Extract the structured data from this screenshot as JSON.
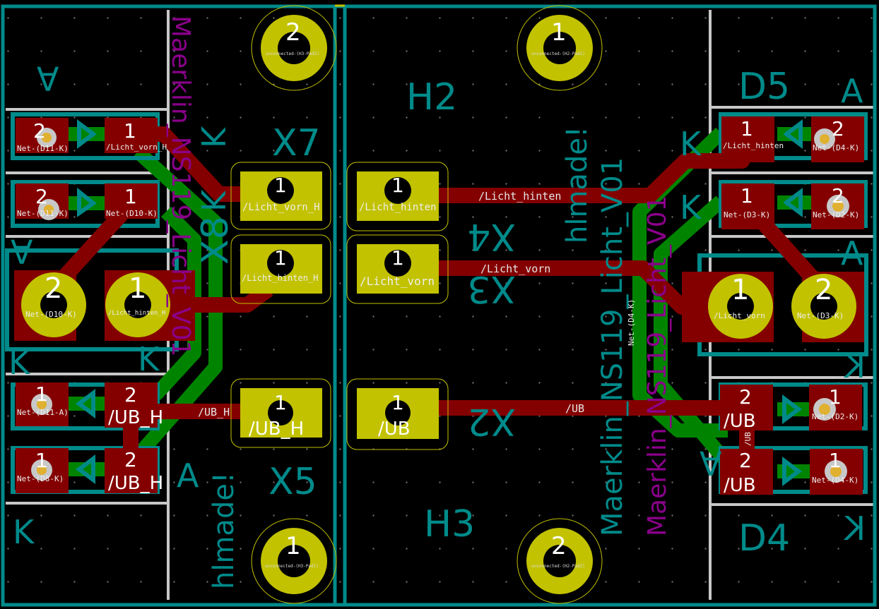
{
  "colors": {
    "background": "#000000",
    "edge": "#008a8a",
    "copper_front": "#840000",
    "copper_back": "#008400",
    "pad_tht": "#c2c200",
    "courtyard": "#c8c8c8",
    "fab": "#8a008a"
  },
  "references": {
    "x7": "X7",
    "x8": "X8",
    "x5": "X5",
    "x4": "X4",
    "x3": "X3",
    "x2": "X2",
    "h2": "H2",
    "h3": "H3",
    "d5": "D5",
    "d4": "D4"
  },
  "polarity": {
    "a": "A",
    "k": "K"
  },
  "silkscreen": {
    "left_made": "hlmade!",
    "right_made": "hlmade!",
    "project": "Maerklin_NS119_Licht_V01",
    "back_project": "Maerklin_NS119_Licht_V01"
  },
  "mounting_holes": [
    {
      "pad": "2",
      "net": "unconnected-(H3-Pad2)"
    },
    {
      "pad": "1",
      "net": "unconnected-(H2-Pad1)"
    },
    {
      "pad": "1",
      "net": "unconnected-(H3-Pad1)"
    },
    {
      "pad": "2",
      "net": "unconnected-(H2-Pad2)"
    }
  ],
  "connectors": [
    {
      "pad": "1",
      "net": "/Licht_vorn_H"
    },
    {
      "pad": "1",
      "net": "/Licht_hinten_H"
    },
    {
      "pad": "1",
      "net": "/UB_H"
    },
    {
      "pad": "1",
      "net": "/Licht_hinten"
    },
    {
      "pad": "1",
      "net": "/Licht_vorn"
    },
    {
      "pad": "1",
      "net": "/UB"
    }
  ],
  "left_diodes": [
    {
      "a_pad": "2",
      "a_net": "Net-(D11-K)",
      "b_pad": "1",
      "b_net": "/Licht_vorn_H"
    },
    {
      "a_pad": "2",
      "a_net": "Net-(D11-K)",
      "b_pad": "1",
      "b_net": "Net-(D10-K)"
    },
    {
      "a_pad": "1",
      "a_net": "Net-(D11-A)",
      "b_pad": "2",
      "b_net": "/UB_H"
    },
    {
      "a_pad": "1",
      "a_net": "Net-(D8-K)",
      "b_pad": "2",
      "b_net": "/UB_H"
    }
  ],
  "right_diodes": [
    {
      "a_pad": "1",
      "a_net": "/Licht_hinten",
      "b_pad": "2",
      "b_net": "Net-(D4-K)"
    },
    {
      "a_pad": "1",
      "a_net": "Net-(D3-K)",
      "b_pad": "2",
      "b_net": "Net-(D2-K)"
    },
    {
      "a_pad": "2",
      "a_net": "/UB",
      "b_pad": "1",
      "b_net": "Net-(D2-K)"
    },
    {
      "a_pad": "2",
      "a_net": "/UB",
      "b_pad": "1",
      "b_net": "Net-(D4-K)"
    }
  ],
  "big_pads": [
    {
      "pad": "2",
      "net": "Net-(D10-K)"
    },
    {
      "pad": "1",
      "net": "/Licht_hinten_H"
    },
    {
      "pad": "1",
      "net": "/Licht_vorn"
    },
    {
      "pad": "2",
      "net": "Net-(D3-K)"
    }
  ],
  "trace_labels": {
    "licht_hinten": "/Licht_hinten",
    "licht_vorn": "/Licht_vorn",
    "ub": "/UB",
    "ub_h": "/UB_H",
    "ub_vert": "/UB",
    "net_d4": "Net-(D4-K)"
  }
}
